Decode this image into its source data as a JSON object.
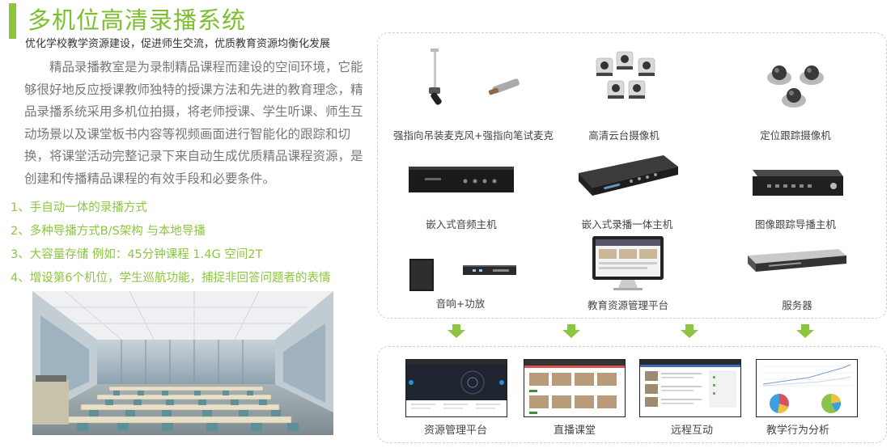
{
  "header": {
    "title": "多机位高清录播系统",
    "subtitle": "优化学校教学资源建设，促进师生交流，优质教育资源均衡化发展"
  },
  "intro": "精品录播教室是为录制精品课程而建设的空间环境，它能够很好地反应授课教师独特的授课方法和先进的教育理念，精品录播系统采用多机位拍摄，将老师授课、学生听课、师生互动场景以及课堂板书内容等视频画面进行智能化的跟踪和切换，将课堂活动完整记录下来自动生成优质精品课程资源，是创建和传播精品课程的有效手段和必要条件。",
  "features": [
    "1、手自动一体的录播方式",
    "2、多种导播方式B/S架构 与本地导播",
    "3、大容量存储 例如：45分钟课程 1.4G 空间2T",
    "4、增设第6个机位，学生巡航功能，捕捉非回答问题者的表情"
  ],
  "equipment": [
    {
      "label": "强指向吊装麦克风+强指向笔试麦克",
      "icon": "microphone-icon"
    },
    {
      "label": "高清云台摄像机",
      "icon": "ptz-camera-icon"
    },
    {
      "label": "定位跟踪摄像机",
      "icon": "dome-camera-icon"
    },
    {
      "label": "嵌入式音频主机",
      "icon": "audio-host-icon"
    },
    {
      "label": "嵌入式录播一体主机",
      "icon": "recording-host-icon"
    },
    {
      "label": "图像跟踪导播主机",
      "icon": "director-host-icon"
    },
    {
      "label": "音响+功放",
      "icon": "speaker-amplifier-icon"
    },
    {
      "label": "教育资源管理平台",
      "icon": "monitor-icon"
    },
    {
      "label": "服务器",
      "icon": "server-icon"
    }
  ],
  "platforms": [
    {
      "label": "资源管理平台"
    },
    {
      "label": "直播课堂"
    },
    {
      "label": "远程互动"
    },
    {
      "label": "教学行为分析"
    }
  ],
  "colors": {
    "accent": "#8cc63f",
    "arrow": "#8cc63f",
    "title": "#7bbf2e"
  }
}
